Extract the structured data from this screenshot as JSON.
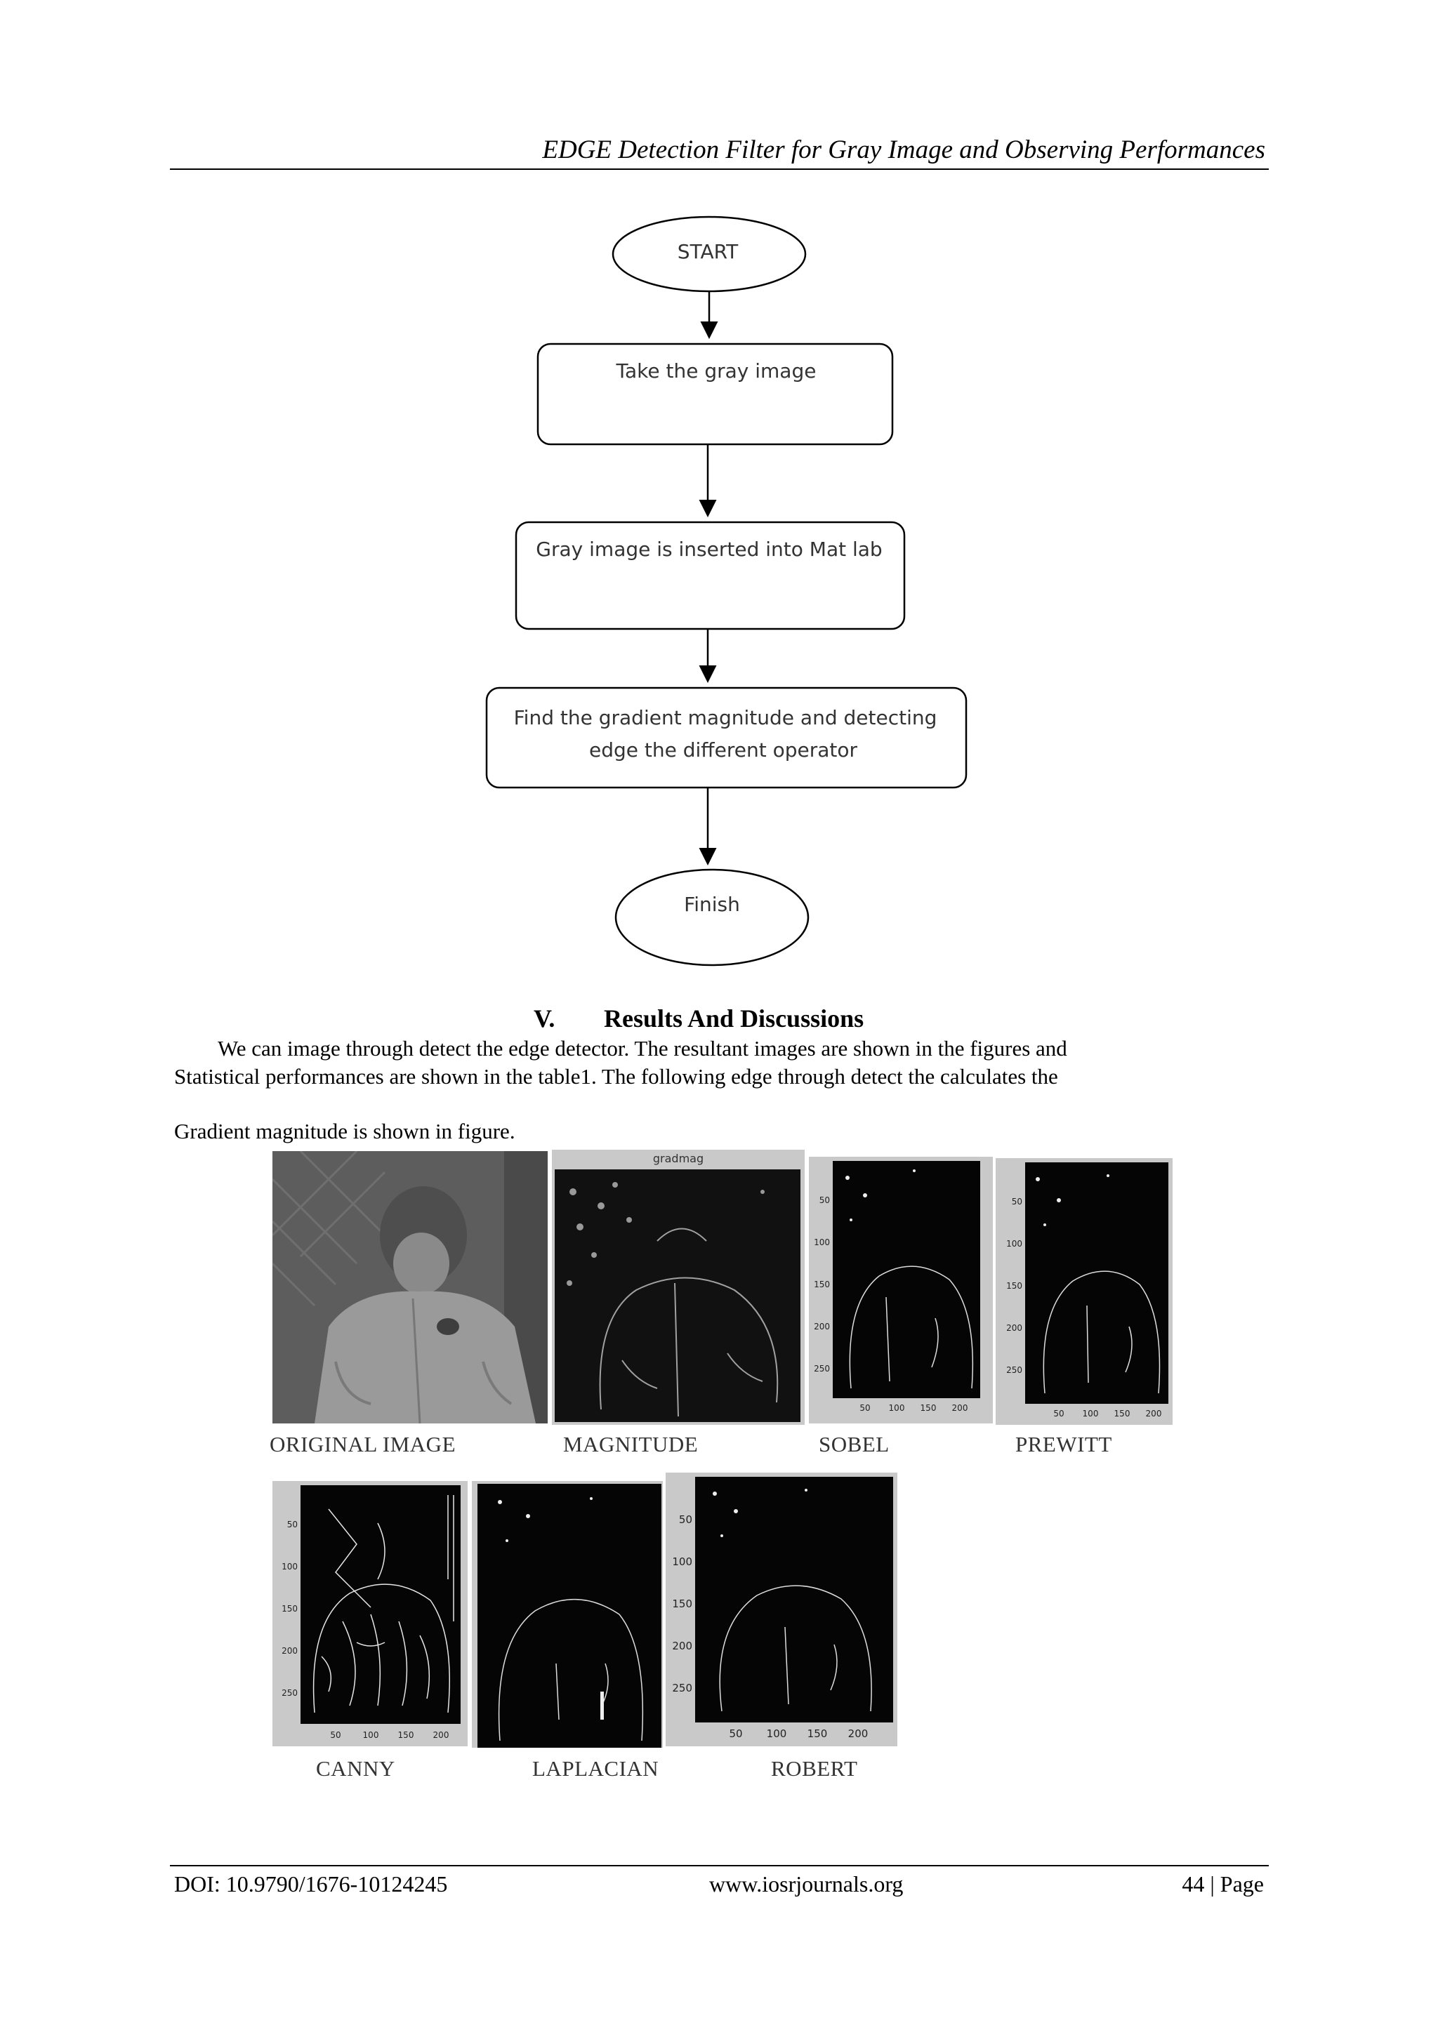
{
  "running_head": "EDGE Detection Filter for Gray Image and Observing Performances",
  "flowchart": {
    "start": "START",
    "step1": "Take the gray image",
    "step2": "Gray image is inserted into Mat lab",
    "step3_line1": "Find the gradient magnitude and detecting",
    "step3_line2": "edge the different operator",
    "end": "Finish"
  },
  "section": {
    "number": "V.",
    "title": "Results And Discussions",
    "para1": "We can image through detect the edge detector. The resultant images are shown in the figures and",
    "para2": "Statistical performances are shown in the table1. The following edge through detect the calculates the",
    "para3": "Gradient magnitude is shown in figure."
  },
  "figure": {
    "gradmag_title": "gradmag",
    "captions": {
      "original": "ORIGINAL IMAGE",
      "magnitude": "MAGNITUDE",
      "sobel": "SOBEL",
      "prewitt": "PREWITT",
      "canny": "CANNY",
      "laplacian": "LAPLACIAN",
      "robert": "ROBERT"
    },
    "y_ticks": [
      "50",
      "100",
      "150",
      "200",
      "250"
    ],
    "x_ticks": [
      "50",
      "100",
      "150",
      "200"
    ]
  },
  "footer": {
    "doi": "DOI: 10.9790/1676-10124245",
    "website": "www.iosrjournals.org",
    "page": "44 | Page"
  }
}
